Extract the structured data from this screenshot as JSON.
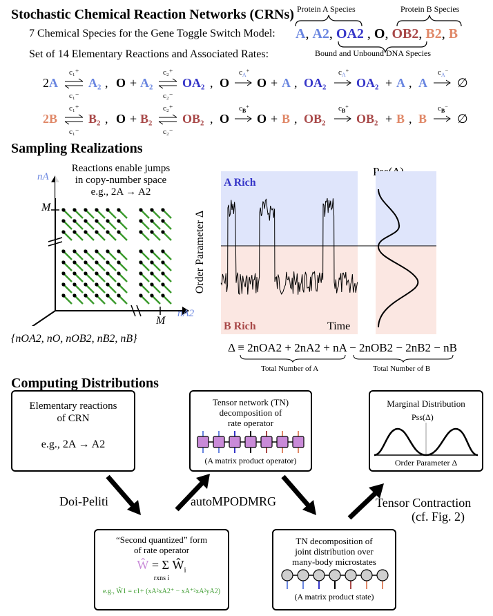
{
  "title": "Stochastic Chemical Reaction Networks (CRNs)",
  "species_line": "7 Chemical Species for the Gene Toggle Switch Model:",
  "protein_a_label": "Protein A Species",
  "protein_b_label": "Protein B Species",
  "dna_label": "Bound and Unbound DNA Species",
  "species": [
    "A",
    "A2",
    "OA2",
    "O",
    "OB2",
    "B2",
    "B"
  ],
  "reactions_line": "Set of 14 Elementary Reactions and Associated Rates:",
  "rates_a": [
    "c1+",
    "c1-",
    "c2+",
    "c2-",
    "cA+",
    "cA+",
    "cA-"
  ],
  "rates_b": [
    "c1+",
    "c1-",
    "c2+",
    "c2-",
    "cB+",
    "cB+",
    "cB-"
  ],
  "section_sampling": "Sampling Realizations",
  "lattice": {
    "axis_y": "nA",
    "axis_x": "nA2",
    "tick_m_y": "M",
    "tick_m_x": "M",
    "note_line1": "Reactions enable jumps",
    "note_line2": "in copy-number space",
    "example": "e.g., 2A → A2",
    "state_vector": "{nOA2, nO, nOB2, nB2, nB}"
  },
  "timeseries": {
    "region_top": "A Rich",
    "region_bottom": "B Rich",
    "xlabel": "Time",
    "ylabel": "Order Parameter Δ",
    "pss_label": "Pss(Δ)"
  },
  "order_parameter": "Δ ≡ 2nOA2 + 2nA2 + nA − 2nOB2 − 2nB2 − nB",
  "total_a": "Total Number of A",
  "total_b": "Total Number of B",
  "section_computing": "Computing Distributions",
  "boxes": {
    "box1_line1": "Elementary reactions",
    "box1_line2": "of CRN",
    "box1_example": "e.g., 2A → A2",
    "box2_line1": "Tensor network (TN)",
    "box2_line2": "decomposition of",
    "box2_line3": "rate operator",
    "box2_caption": "(A matrix product operator)",
    "box3_title": "Marginal Distribution",
    "box3_pss": "Pss(Δ)",
    "box3_xlabel": "Order Parameter Δ",
    "box4_line1": "“Second quantized” form",
    "box4_line2": "of rate operator",
    "box4_sum_sub": "rxns i",
    "box4_example": "e.g., Ŵ1 = c1+ (xA²xA2⁺ − xA⁺²xA²yA2)",
    "box5_line1": "TN decomposition of",
    "box5_line2": "joint distribution over",
    "box5_line3": "many-body microstates",
    "box5_caption": "(A matrix product state)"
  },
  "arrows": {
    "a1": "Doi-Peliti",
    "a2": "autoMPO",
    "a3": "DMRG",
    "a4": "Tensor Contraction",
    "a4_sub": "(cf. Fig. 2)"
  },
  "colors": {
    "light_blue": "#6a86e0",
    "dark_blue": "#3535c8",
    "brown": "#a84848",
    "peach": "#e08868",
    "green": "#3a9a2c",
    "a_rich_bg": "#dfe5fb",
    "b_rich_bg": "#fbe7e2",
    "mpo_node": "#c98ad8"
  }
}
